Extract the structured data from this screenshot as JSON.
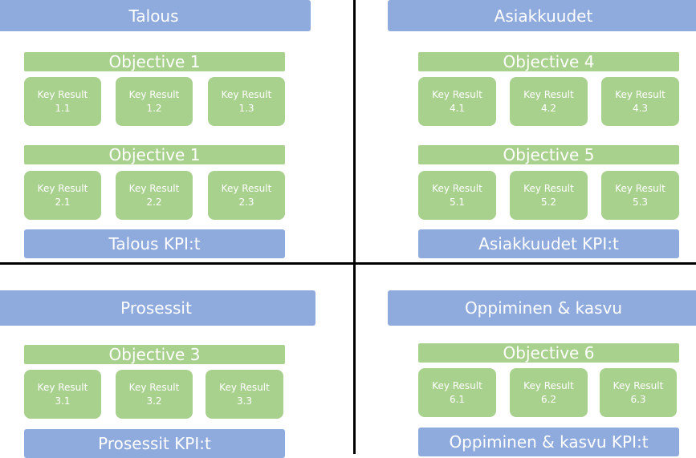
{
  "colors": {
    "blue": "#8faadc",
    "green": "#a9d18e",
    "divider": "#000000"
  },
  "quadrants": [
    {
      "title": "Talous",
      "kpi": "Talous KPI:t",
      "objectives": [
        {
          "label": "Objective 1",
          "key_results": [
            {
              "label": "Key Result",
              "number": "1.1"
            },
            {
              "label": "Key Result",
              "number": "1.2"
            },
            {
              "label": "Key Result",
              "number": "1.3"
            }
          ]
        },
        {
          "label": "Objective 1",
          "key_results": [
            {
              "label": "Key Result",
              "number": "2.1"
            },
            {
              "label": "Key Result",
              "number": "2.2"
            },
            {
              "label": "Key Result",
              "number": "2.3"
            }
          ]
        }
      ]
    },
    {
      "title": "Asiakkuudet",
      "kpi": "Asiakkuudet KPI:t",
      "objectives": [
        {
          "label": "Objective 4",
          "key_results": [
            {
              "label": "Key Result",
              "number": "4.1"
            },
            {
              "label": "Key Result",
              "number": "4.2"
            },
            {
              "label": "Key Result",
              "number": "4.3"
            }
          ]
        },
        {
          "label": "Objective 5",
          "key_results": [
            {
              "label": "Key Result",
              "number": "5.1"
            },
            {
              "label": "Key Result",
              "number": "5.2"
            },
            {
              "label": "Key Result",
              "number": "5.3"
            }
          ]
        }
      ]
    },
    {
      "title": "Prosessit",
      "kpi": "Prosessit KPI:t",
      "objectives": [
        {
          "label": "Objective 3",
          "key_results": [
            {
              "label": "Key Result",
              "number": "3.1"
            },
            {
              "label": "Key Result",
              "number": "3.2"
            },
            {
              "label": "Key Result",
              "number": "3.3"
            }
          ]
        }
      ]
    },
    {
      "title": "Oppiminen & kasvu",
      "kpi": "Oppiminen & kasvu KPI:t",
      "objectives": [
        {
          "label": "Objective 6",
          "key_results": [
            {
              "label": "Key Result",
              "number": "6.1"
            },
            {
              "label": "Key Result",
              "number": "6.2"
            },
            {
              "label": "Key Result",
              "number": "6.3"
            }
          ]
        }
      ]
    }
  ]
}
